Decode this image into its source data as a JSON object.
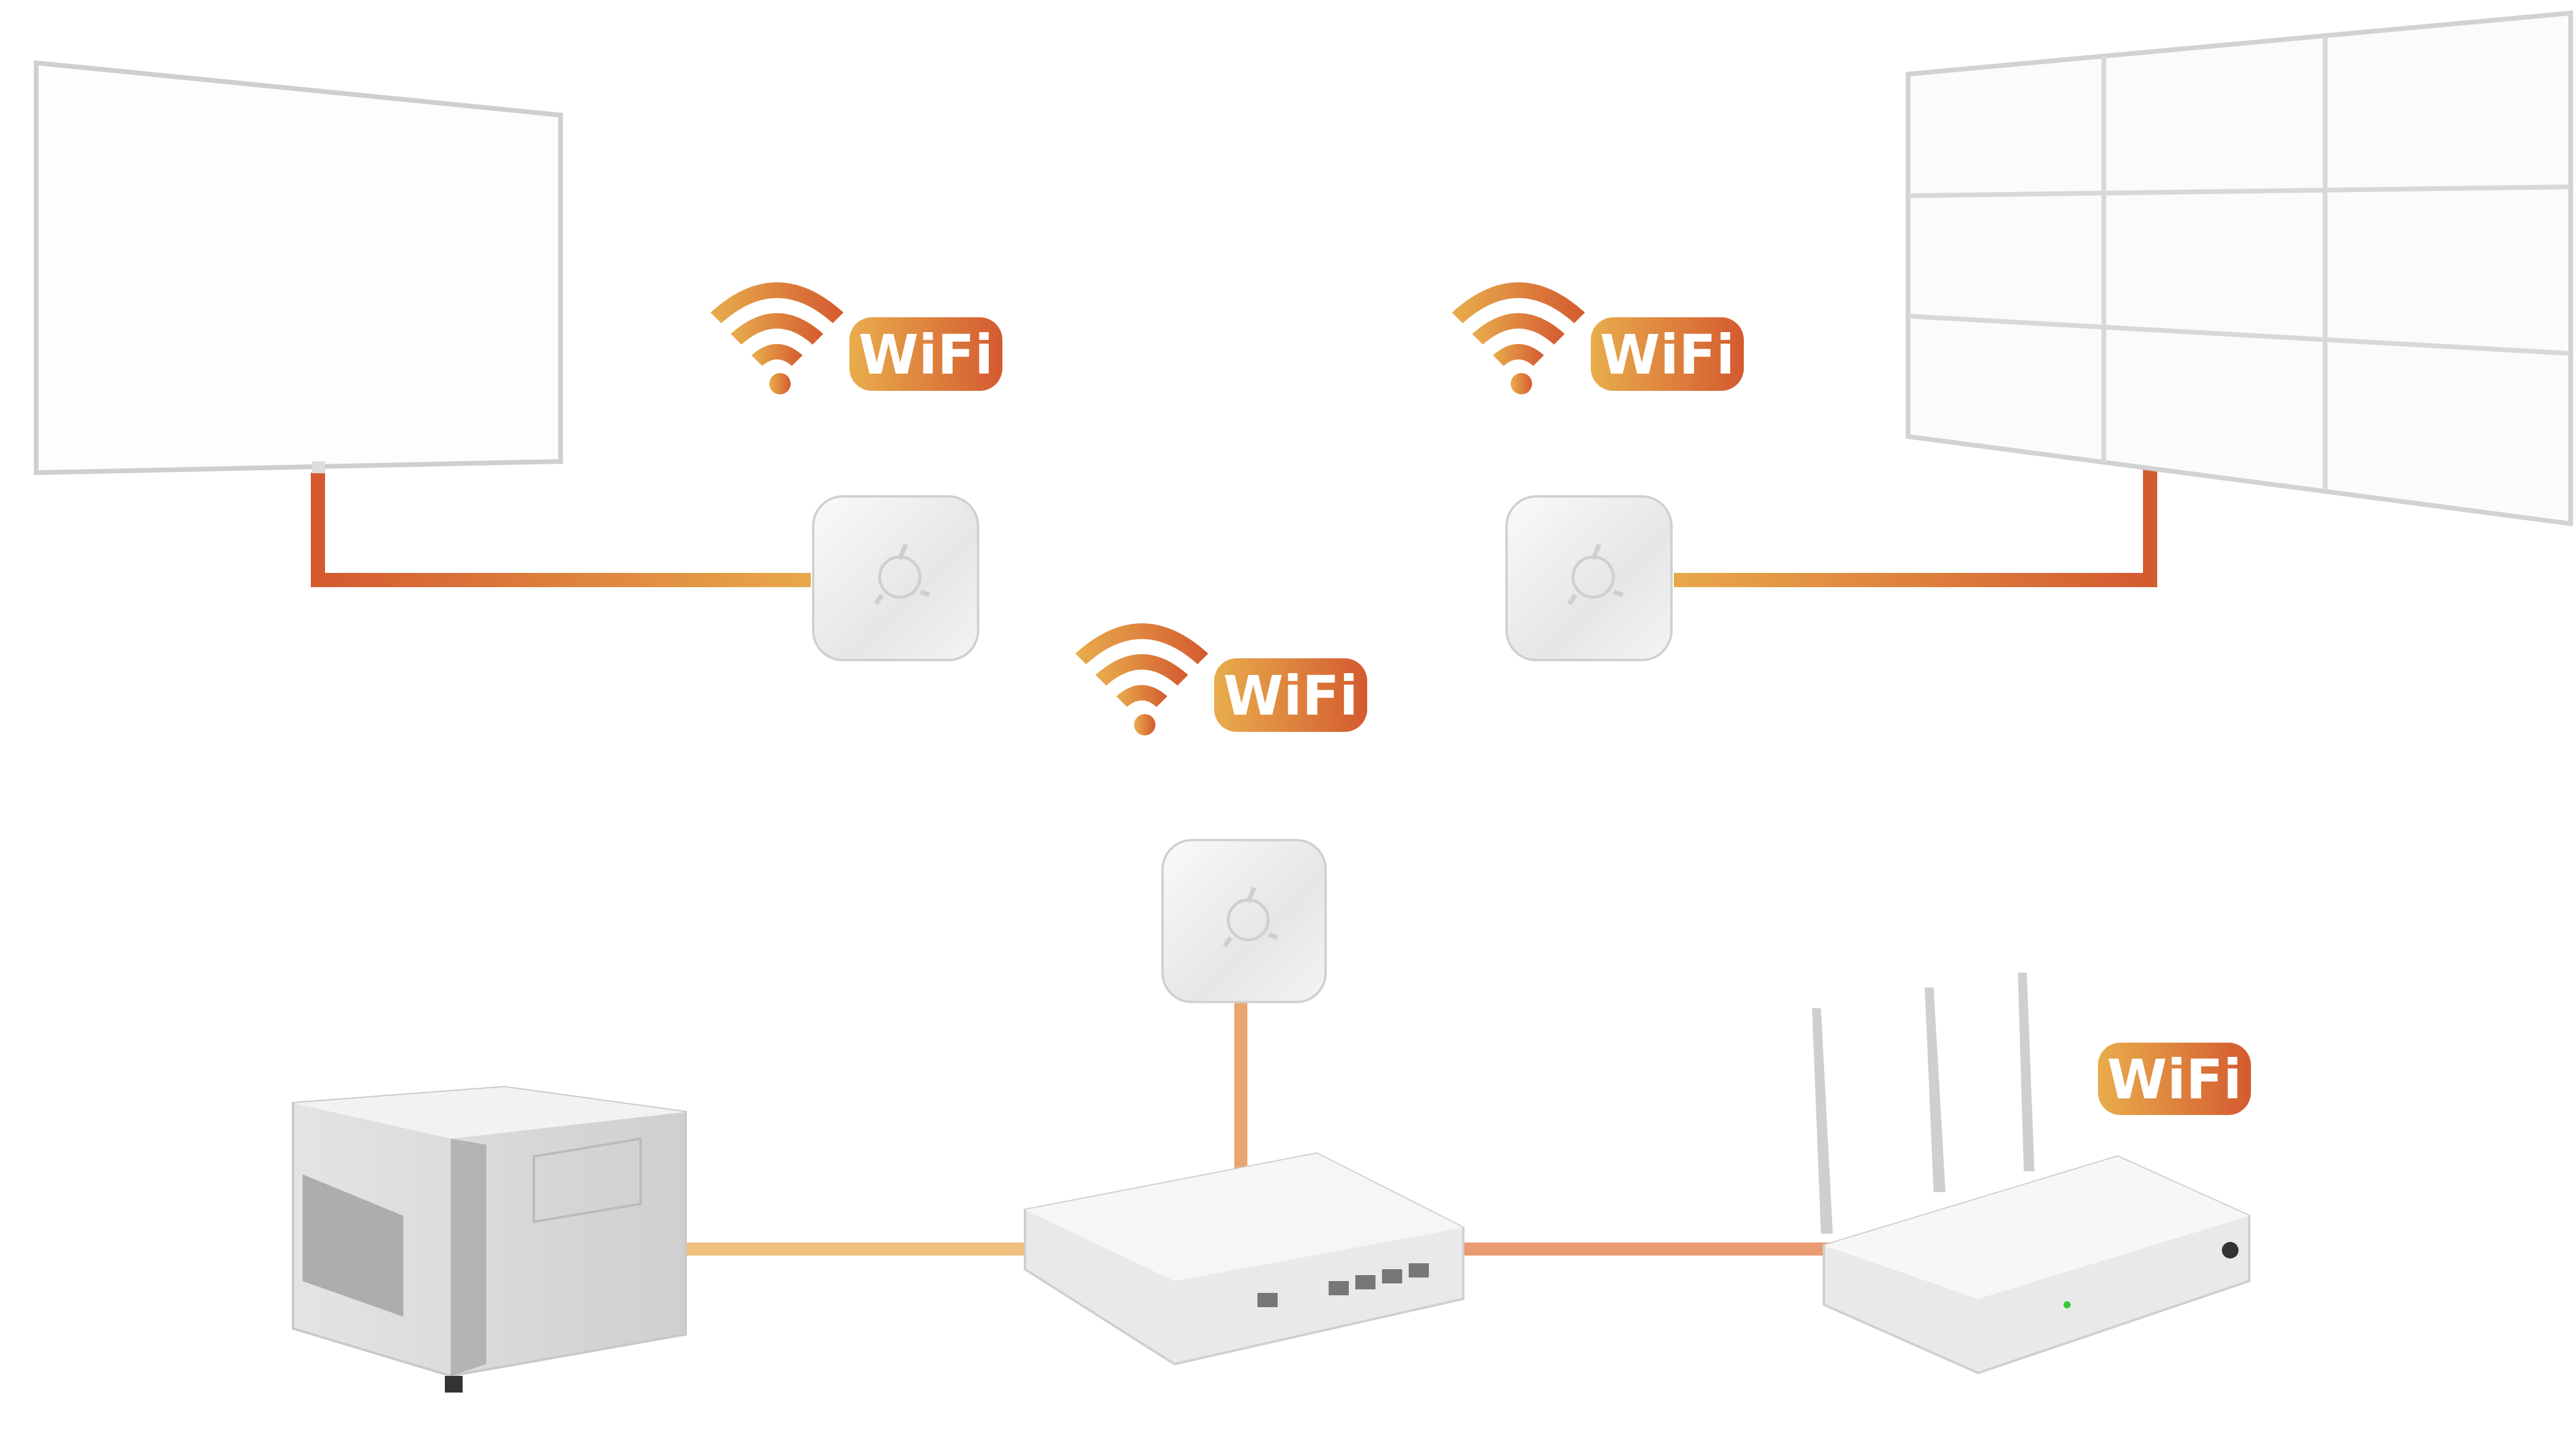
{
  "colors": {
    "gradient_start": "#e8ad4c",
    "gradient_end": "#d45a30",
    "device_white": "#f2f2f2",
    "device_edge": "#c8c8c8"
  },
  "badges": [
    {
      "label": "WiFi",
      "icon": "wifi-icon"
    },
    {
      "label": "WiFi",
      "icon": "wifi-icon"
    },
    {
      "label": "WiFi",
      "icon": "wifi-icon"
    },
    {
      "label": "WiFi"
    }
  ]
}
